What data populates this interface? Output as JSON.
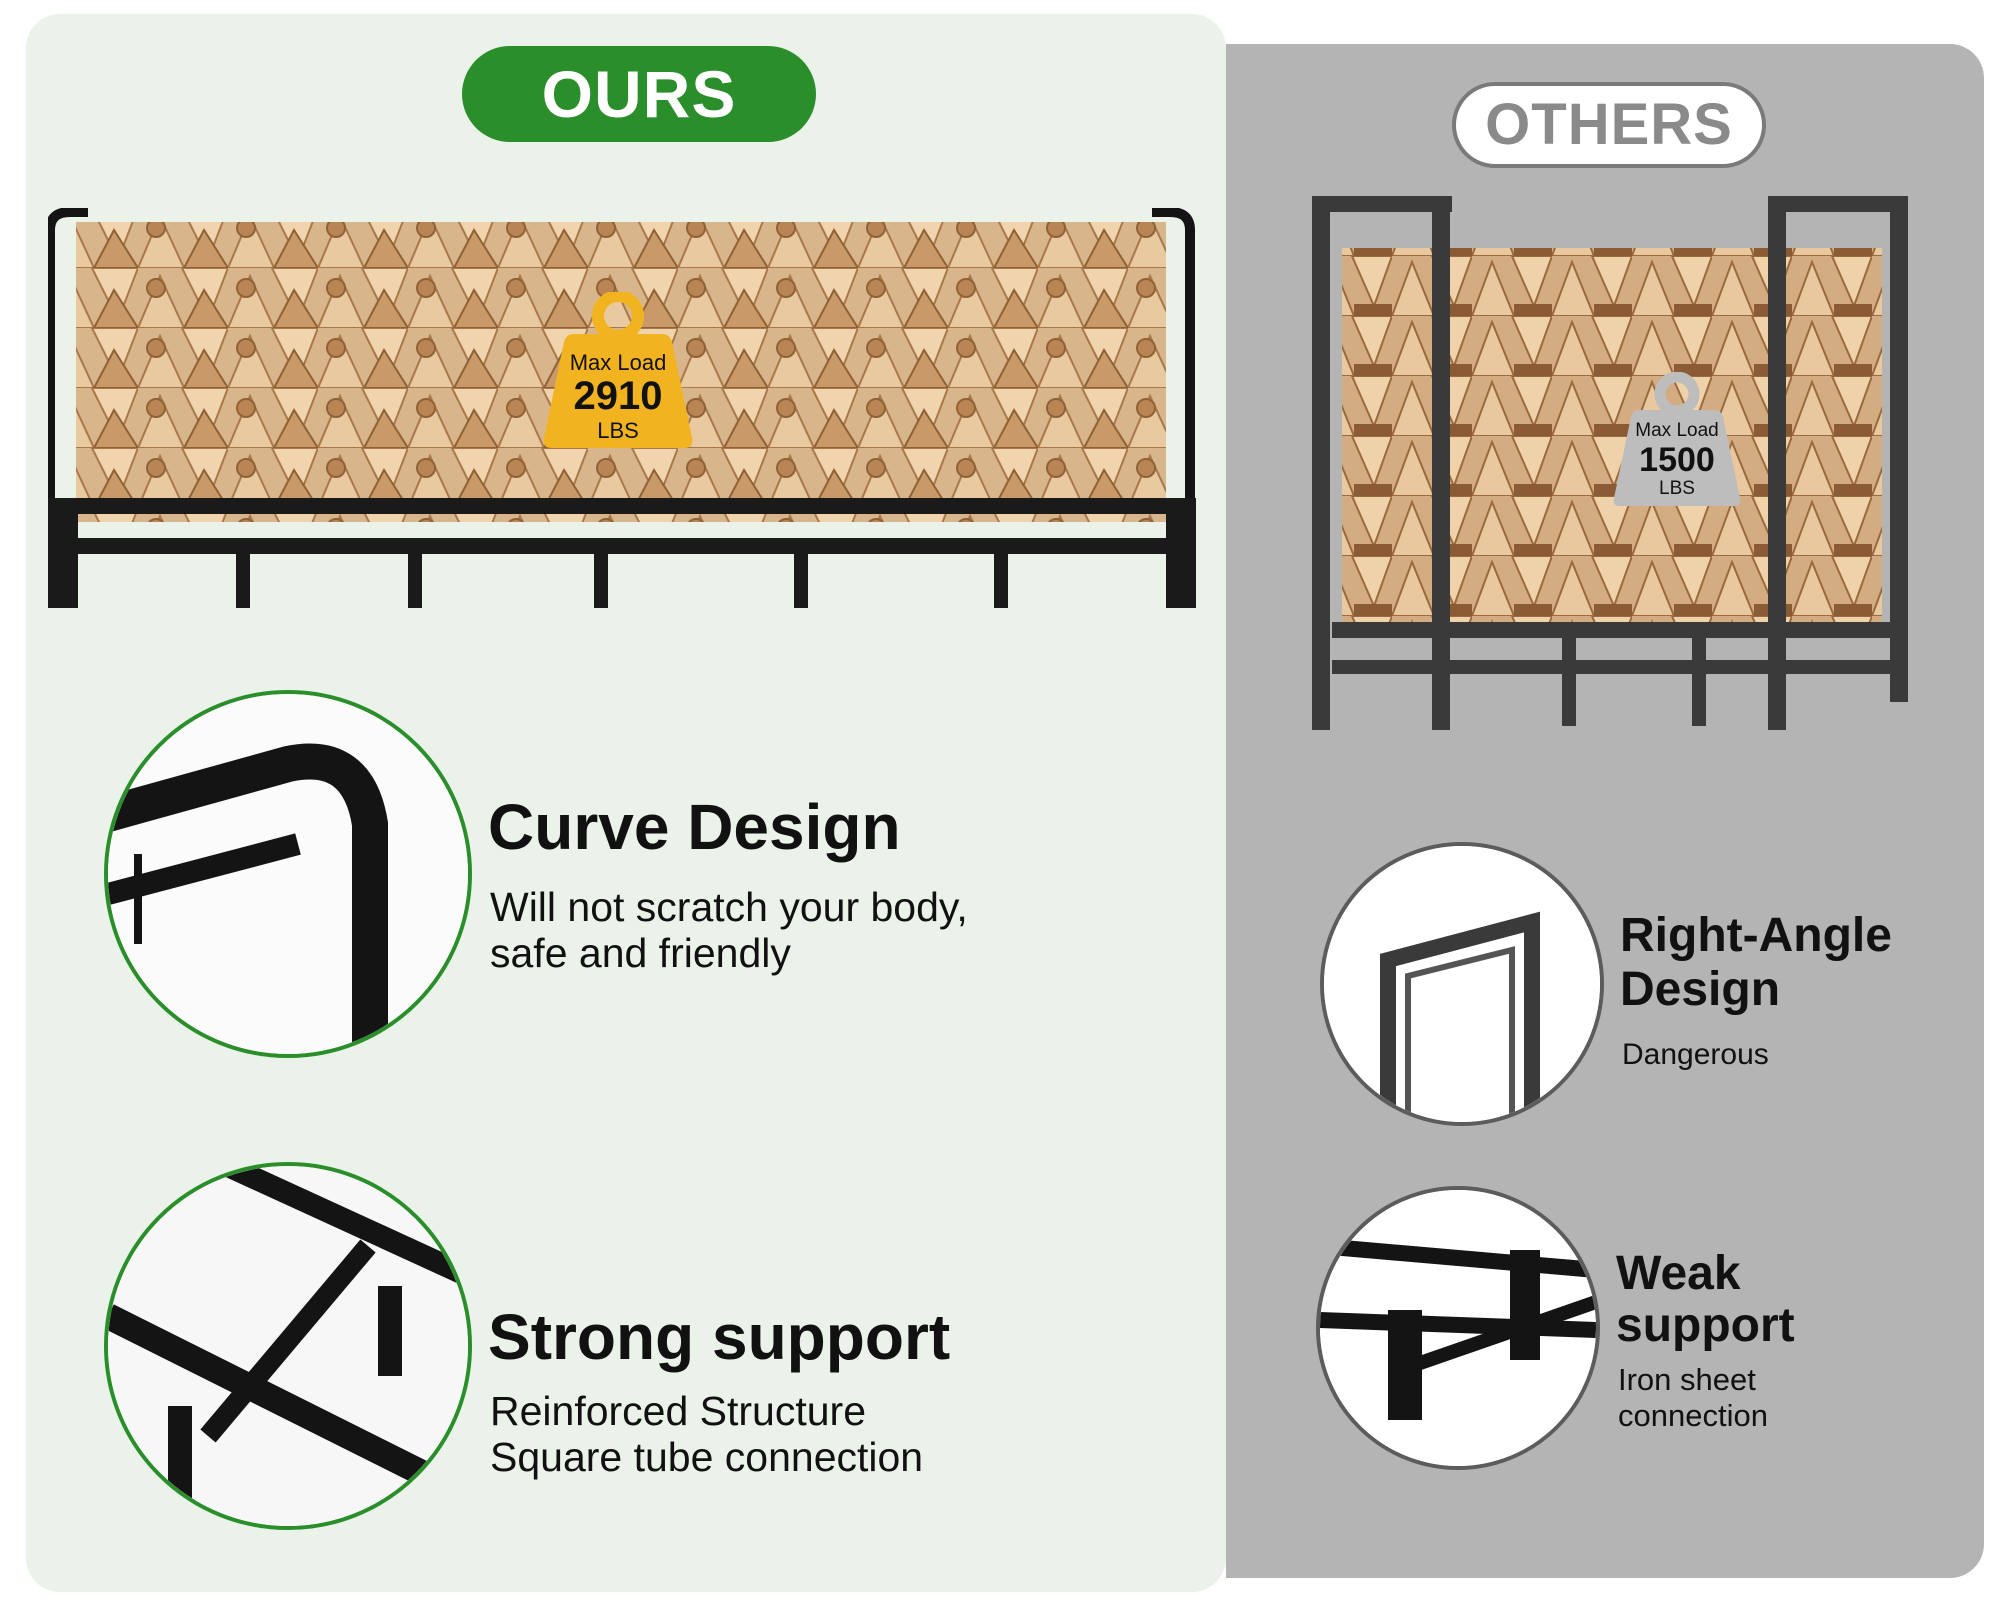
{
  "ours": {
    "badge": "OURS",
    "max_load": {
      "label": "Max Load",
      "value": "2910",
      "unit": "LBS",
      "color": "#f2b321"
    },
    "features": [
      {
        "title": "Curve Design",
        "lines": [
          "Will not scratch your body,",
          "safe and friendly"
        ]
      },
      {
        "title": "Strong support",
        "lines": [
          "Reinforced Structure",
          "Square tube connection"
        ]
      }
    ],
    "accent": "#2a8e2b",
    "panel_color": "#ebf2ea"
  },
  "others": {
    "badge": "OTHERS",
    "max_load": {
      "label": "Max Load",
      "value": "1500",
      "unit": "LBS",
      "color": "#bdbdbd"
    },
    "features": [
      {
        "title_lines": [
          "Right-Angle",
          "Design"
        ],
        "lines": [
          "Dangerous"
        ]
      },
      {
        "title_lines": [
          "Weak",
          "support"
        ],
        "lines": [
          "Iron sheet",
          "connection"
        ]
      }
    ],
    "panel_color": "#b4b4b4"
  }
}
